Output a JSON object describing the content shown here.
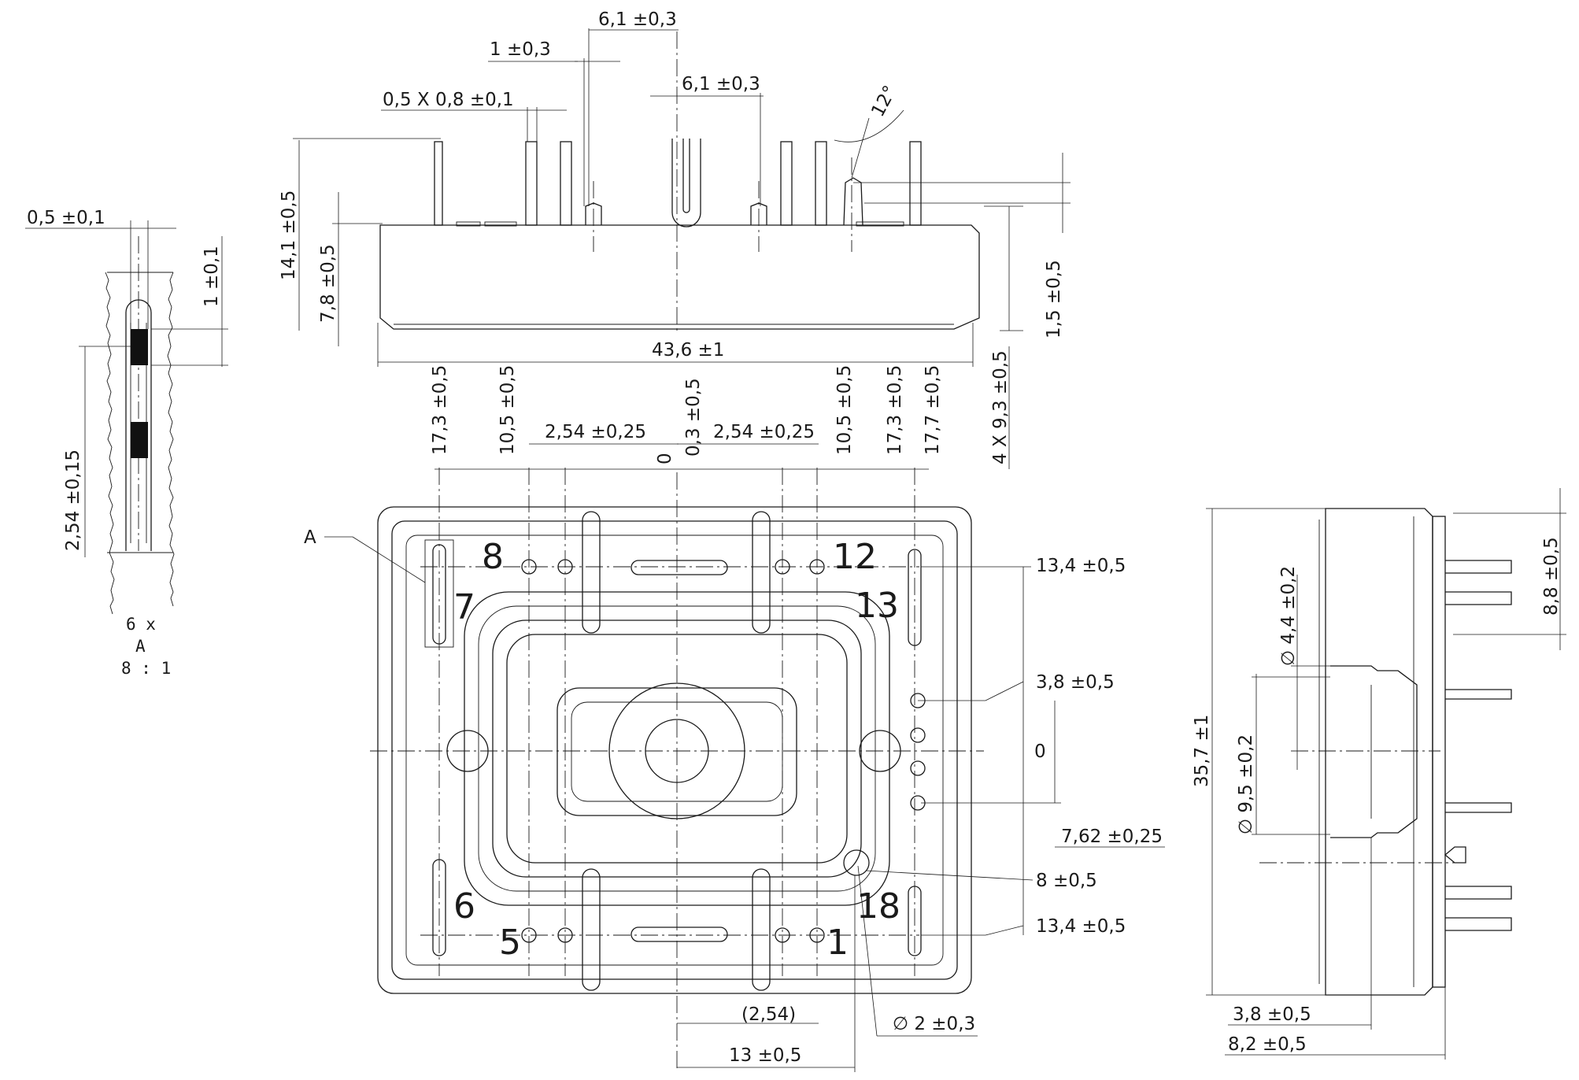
{
  "detail_view": {
    "width_label": "0,5 ±0,1",
    "height_label": "1 ±0,1",
    "pitch_label": "2,54 ±0,15",
    "note_lines": [
      "6 x",
      "A",
      "8 : 1"
    ]
  },
  "top_view": {
    "pin_section": "0,5 X 0,8 ±0,1",
    "pin_width": "1 ±0,3",
    "pin_offset_1": "6,1 ±0,3",
    "pin_offset_2": "6,1 ±0,3",
    "angle": "12°",
    "overall_height": "14,1 ±0,5",
    "body_height": "7,8 ±0,5",
    "overall_length": "43,6 ±1",
    "step_height": "1,5 ±0,5",
    "pin_pitch_count": "4 X 9,3 ±0,5"
  },
  "front_view": {
    "x_dims": [
      "17,3 ±0,5",
      "10,5 ±0,5",
      "2,54 ±0,25",
      "0",
      "0,3 ±0,5",
      "2,54 ±0,25",
      "10,5 ±0,5",
      "17,3 ±0,5",
      "17,7 ±0,5"
    ],
    "y_dims": [
      "13,4 ±0,5",
      "3,8 ±0,5",
      "0",
      "7,62 ±0,25",
      "8 ±0,5",
      "13,4 ±0,5"
    ],
    "bottom_ref": "(2,54)",
    "bottom_dim": "13 ±0,5",
    "hole_dia": "∅ 2 ±0,3",
    "detail_ref": "A",
    "pins": [
      "8",
      "12",
      "7",
      "13",
      "6",
      "18",
      "5",
      "1"
    ]
  },
  "side_view": {
    "height": "35,7 ±1",
    "pin_span": "8,8 ±0,5",
    "inner_dia": "∅ 4,4 ±0,2",
    "outer_dia": "∅ 9,5 ±0,2",
    "depth_1": "3,8 ±0,5",
    "depth_2": "8,2 ±0,5"
  }
}
